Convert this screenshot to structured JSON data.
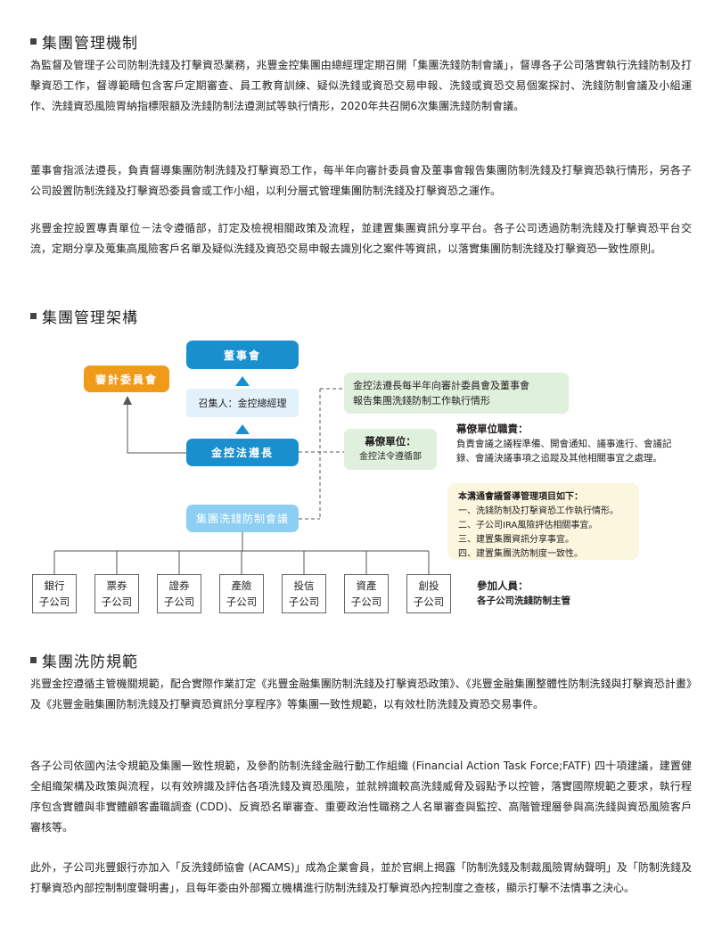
{
  "sections": {
    "governance": {
      "title": "集團管理機制",
      "p1": "為監督及管理子公司防制洗錢及打擊資恐業務，兆豐金控集團由總經理定期召開「集團洗錢防制會議」，督導各子公司落實執行洗錢防制及打擊資恐工作，督導範疇包含客戶定期審查、員工教育訓練、疑似洗錢或資恐交易申報、洗錢或資恐交易個案探討、洗錢防制會議及小組運作、洗錢資恐風險胃納指標限額及洗錢防制法遵測試等執行情形，2020年共召開6次集團洗錢防制會議。",
      "p2": "董事會指派法遵長，負責督導集團防制洗錢及打擊資恐工作，每半年向審計委員會及董事會報告集團防制洗錢及打擊資恐執行情形，另各子公司設置防制洗錢及打擊資恐委員會或工作小組，以利分層式管理集團防制洗錢及打擊資恐之運作。",
      "p3": "兆豐金控設置專責單位－法令遵循部，訂定及檢視相關政策及流程，並建置集團資訊分享平台。各子公司透過防制洗錢及打擊資恐平台交流，定期分享及蒐集高風險客戶名單及疑似洗錢及資恐交易申報去識別化之案件等資訊，以落實集團防制洗錢及打擊資恐一致性原則。"
    },
    "structure": {
      "title": "集團管理架構"
    },
    "rules": {
      "title": "集團洗防規範",
      "p1": "兆豐金控遵循主管機關規範，配合實際作業訂定《兆豐金融集團防制洗錢及打擊資恐政策》、《兆豐金融集團整體性防制洗錢與打擊資恐計畫》及《兆豐金融集團防制洗錢及打擊資恐資訊分享程序》等集團一致性規範，以有效杜防洗錢及資恐交易事件。",
      "p2": "各子公司依國內法令規範及集團一致性規範，及參酌防制洗錢金融行動工作組織 (Financial Action Task Force;FATF) 四十項建議，建置健全組織架構及政策與流程，以有效辨識及評估各項洗錢及資恐風險，並就辨識較高洗錢威脅及弱點予以控管，落實國際規範之要求，執行程序包含實體與非實體顧客盡職調查 (CDD)、反資恐名單審查、重要政治性職務之人名單審查與監控、高階管理層參與高洗錢與資恐風險客戶審核等。",
      "p3": "此外，子公司兆豐銀行亦加入「反洗錢師協會 (ACAMS)」成為企業會員，並於官網上揭露「防制洗錢及制裁風險胃納聲明」及「防制洗錢及打擊資恐內部控制制度聲明書」，且每年委由外部獨立機構進行防制洗錢及打擊資恐內控制度之查核，顯示打擊不法情事之決心。"
    }
  },
  "chart": {
    "board": "董事會",
    "audit": "審計委員會",
    "convener": "召集人：金控總經理",
    "cco": "金控法遵長",
    "meeting": "集團洗錢防制會議",
    "report_line1": "金控法遵長每半年向審計委員會及董事會",
    "report_line2": "報告集團洗錢防制工作執行情形",
    "staff_label": "幕僚單位：",
    "staff_value": "金控法令遵循部",
    "staff_duty_title": "幕僚單位職責：",
    "staff_duty_line1": "負責會議之議程準備、開會通知、議事進行、會議記",
    "staff_duty_line2": "錄、會議決議事項之追蹤及其他相關事宜之處理。",
    "items_title": "本溝通會議督導管理項目如下：",
    "items": [
      "一、洗錢防制及打擊資恐工作執行情形。",
      "二、子公司IRA風險評估相關事宜。",
      "三、建置集團資訊分享事宜。",
      "四、建置集團洗防制度一致性。"
    ],
    "participants_title": "參加人員：",
    "participants_value": "各子公司洗錢防制主管",
    "subsidiaries": [
      {
        "l1": "銀行",
        "l2": "子公司"
      },
      {
        "l1": "票券",
        "l2": "子公司"
      },
      {
        "l1": "證券",
        "l2": "子公司"
      },
      {
        "l1": "產險",
        "l2": "子公司"
      },
      {
        "l1": "投信",
        "l2": "子公司"
      },
      {
        "l1": "資產",
        "l2": "子公司"
      },
      {
        "l1": "創投",
        "l2": "子公司"
      }
    ]
  },
  "colors": {
    "dark_blue": "#1a8fce",
    "light_blue": "#8ccff2",
    "orange": "#f09a1a",
    "green_box": "#dff0dc",
    "yellow_box": "#fbf6de"
  }
}
